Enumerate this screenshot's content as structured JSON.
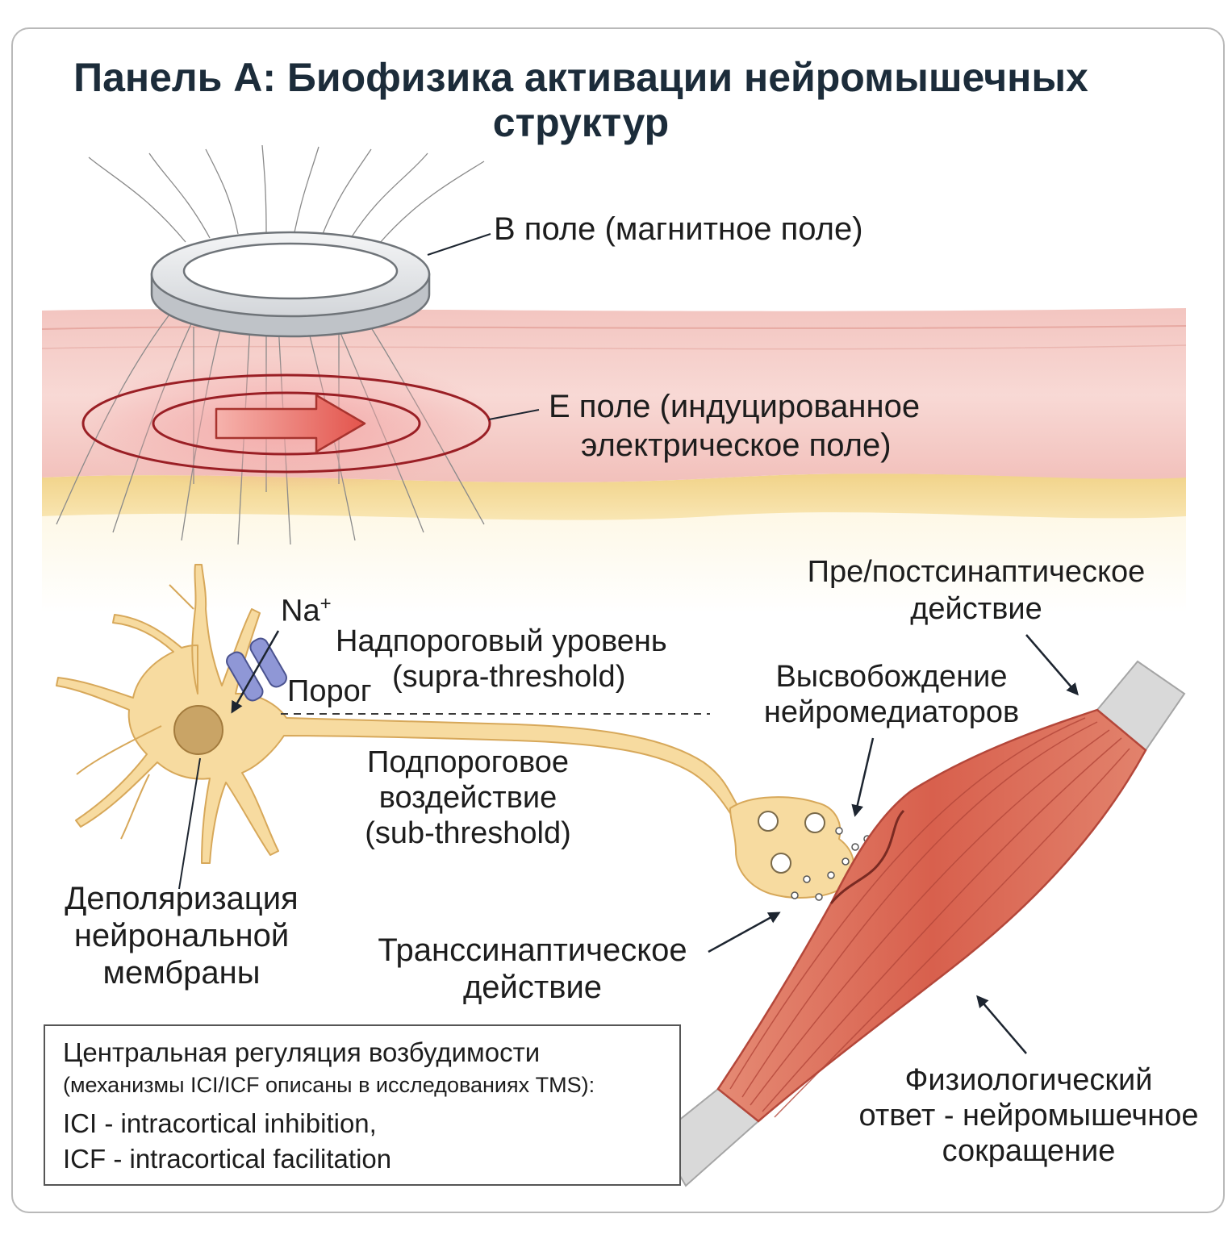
{
  "title": {
    "line1": "Панель А: Биофизика активации нейромышечных",
    "line2": "структур"
  },
  "labels": {
    "b_field": "B поле (магнитное поле)",
    "e_field_1": "E поле (индуцированное",
    "e_field_2": "электрическое поле)",
    "na_ion": "Na",
    "na_charge": "+",
    "supra_1": "Надпороговый уровень",
    "supra_2": "(supra-threshold)",
    "threshold": "Порог",
    "sub_1": "Подпороговое",
    "sub_2": "воздействие",
    "sub_3": "(sub-threshold)",
    "depol_1": "Деполяризация",
    "depol_2": "нейрональной",
    "depol_3": "мембраны",
    "prepost_1": "Пре/постсинаптическое",
    "prepost_2": "действие",
    "release_1": "Высвобождение",
    "release_2": "нейромедиаторов",
    "trans_1": "Транссинаптическое",
    "trans_2": "действие",
    "physio_1": "Физиологический",
    "physio_2": "ответ - нейромышечное",
    "physio_3": "сокращение"
  },
  "note": {
    "line1": "Центральная регуляция возбудимости",
    "line2": "(механизмы ICI/ICF описаны в исследованиях TMS):",
    "line3": "ICI - intracortical inhibition,",
    "line4": "ICF - intracortical facilitation"
  },
  "colors": {
    "title": "#1c2c3a",
    "skin": "#f6d3cf",
    "fat": "#f6e2a8",
    "muscle": "#dc6e58",
    "neuron": "#f7dba0",
    "field_ring": "#9a1f25",
    "channel": "#8f97d6"
  }
}
